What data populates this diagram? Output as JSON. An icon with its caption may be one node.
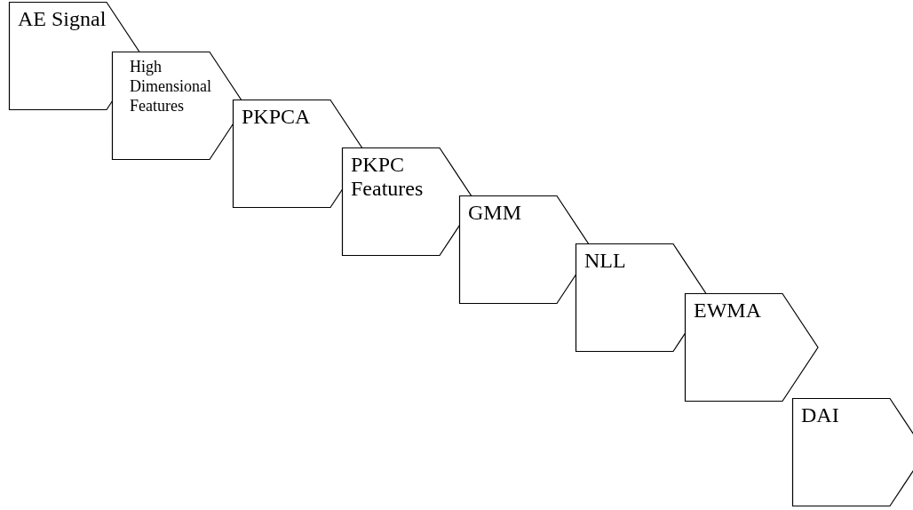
{
  "diagram": {
    "nodes": [
      {
        "text": [
          "AE Signal"
        ]
      },
      {
        "text": [
          "High Dimensional Features"
        ]
      },
      {
        "text": [
          "PKPCA"
        ]
      },
      {
        "text": [
          "PKPC Features"
        ]
      },
      {
        "text": [
          "GMM"
        ]
      },
      {
        "text": [
          "NLL"
        ]
      },
      {
        "text": [
          "EWMA"
        ]
      },
      {
        "text": [
          "DAI"
        ]
      }
    ]
  }
}
